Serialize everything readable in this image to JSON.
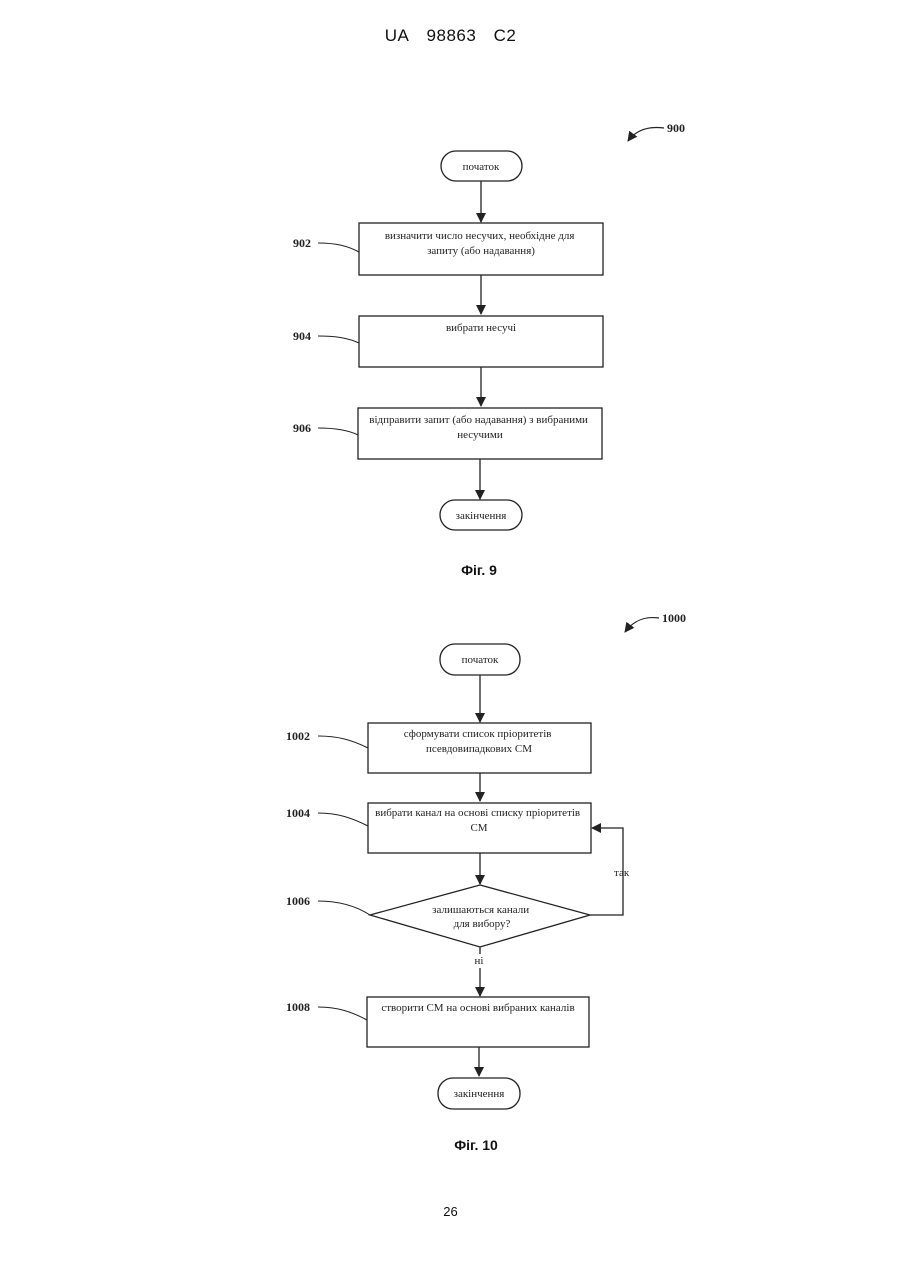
{
  "header": {
    "country": "UA",
    "number": "98863",
    "kind": "C2"
  },
  "fig9": {
    "ref": "900",
    "start": "початок",
    "steps": [
      {
        "ref": "902",
        "lines": [
          "визначити число несучих, необхідне для",
          "запиту (або надавання)"
        ]
      },
      {
        "ref": "904",
        "lines": [
          "вибрати несучі"
        ]
      },
      {
        "ref": "906",
        "lines": [
          "відправити запит (або надавання) з вибраними",
          "несучими"
        ]
      }
    ],
    "end": "закінчення",
    "caption": "Фіг. 9"
  },
  "fig10": {
    "ref": "1000",
    "start": "початок",
    "steps": [
      {
        "ref": "1002",
        "lines": [
          "сформувати список пріоритетів",
          "псевдовипадкових СМ"
        ]
      },
      {
        "ref": "1004",
        "lines": [
          "вибрати канал на основі списку пріоритетів",
          "СМ"
        ]
      }
    ],
    "decision": {
      "ref": "1006",
      "lines": [
        "залишаються канали",
        "для вибору?"
      ],
      "yes": "так",
      "no": "ні"
    },
    "final_step": {
      "ref": "1008",
      "lines": [
        "створити СМ на основі вибраних каналів"
      ]
    },
    "end": "закінчення",
    "caption": "Фіг. 10"
  },
  "page_number": "26"
}
